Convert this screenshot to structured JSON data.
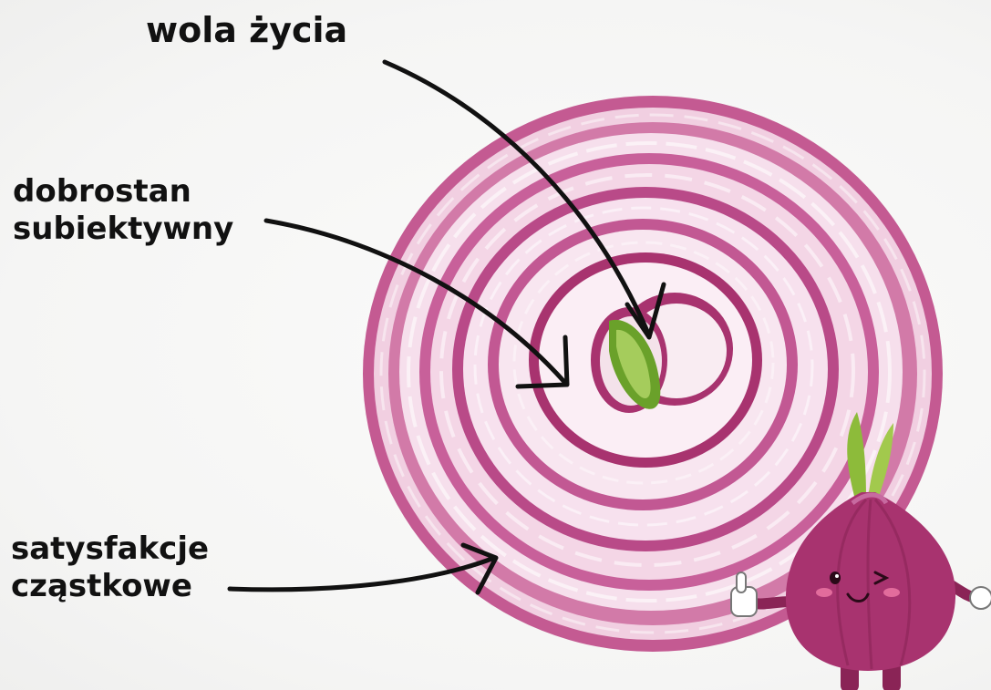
{
  "labels": {
    "top": {
      "lines": [
        "wola życia"
      ]
    },
    "middle": {
      "lines": [
        "dobrostan",
        "subiektywny"
      ]
    },
    "bottom": {
      "lines": [
        "satysfakcje",
        "cząstkowe"
      ]
    }
  },
  "colors": {
    "onion_purple": "#a8336f",
    "onion_light": "#f6dcea",
    "core_green": "#6aa12a",
    "arrow": "#111111"
  },
  "icons": {
    "onion_slice": "onion-slice-illustration",
    "mascot": "onion-mascot-thumbs-up"
  }
}
